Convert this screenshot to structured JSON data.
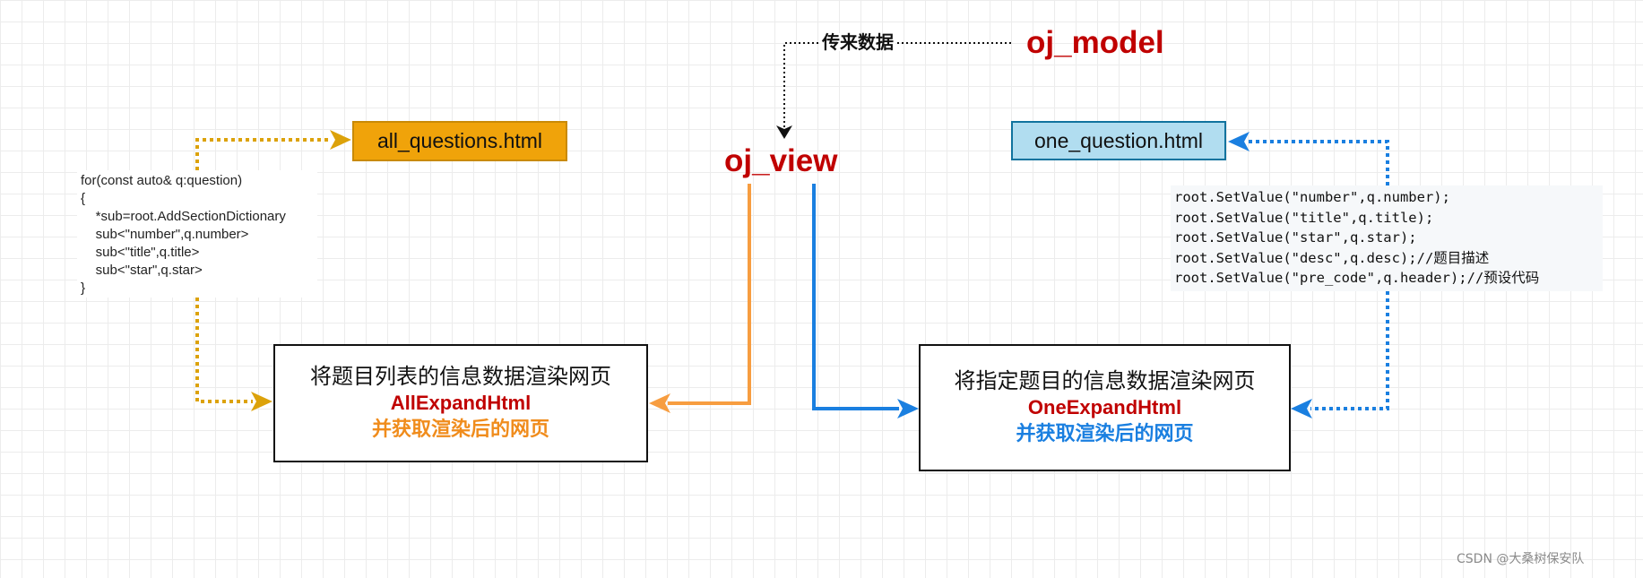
{
  "colors": {
    "orange_dotted": "#dca20a",
    "orange_solid": "#f79d40",
    "blue": "#1a7fe0",
    "red_title": "#c00000",
    "file_box_orange": "#f0a30a",
    "file_box_blue": "#b1ddf0"
  },
  "nodes": {
    "oj_model": "oj_model",
    "oj_view": "oj_view",
    "transfer_label": "传来数据",
    "all_questions_file": "all_questions.html",
    "one_question_file": "one_question.html"
  },
  "code_left": {
    "lines": [
      "for(const auto& q:question)",
      "{",
      "    *sub=root.AddSectionDictionary",
      "    sub<\"number\",q.number>",
      "    sub<\"title\",q.title>",
      "    sub<\"star\",q.star>",
      "}"
    ]
  },
  "code_right": {
    "lines": [
      "root.SetValue(\"number\",q.number);",
      "root.SetValue(\"title\",q.title);",
      "root.SetValue(\"star\",q.star);",
      "root.SetValue(\"desc\",q.desc);//题目描述",
      "root.SetValue(\"pre_code\",q.header);//预设代码"
    ]
  },
  "render_all": {
    "line1": "将题目列表的信息数据渲染网页",
    "line2": "AllExpandHtml",
    "line3": "并获取渲染后的网页"
  },
  "render_one": {
    "line1": "将指定题目的信息数据渲染网页",
    "line2": "OneExpandHtml",
    "line3": "并获取渲染后的网页"
  },
  "watermark": "CSDN @大桑树保安队"
}
